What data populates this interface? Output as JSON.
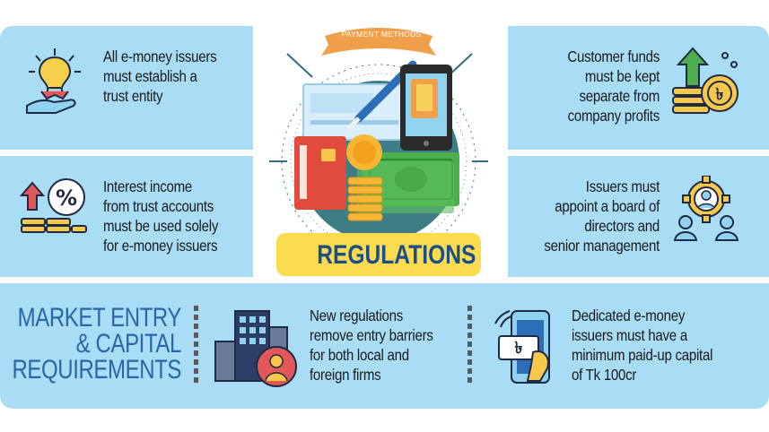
{
  "center": {
    "ribbon_label": "PAYMENT METHODS",
    "title": "REGULATIONS"
  },
  "panels": {
    "top_left": {
      "text": "All e-money issuers\nmust establish a\ntrust entity",
      "icon": "lightbulb-hand-icon"
    },
    "mid_left": {
      "text": "Interest income\nfrom trust accounts\nmust be used solely\nfor e-money issuers",
      "icon": "percent-growth-icon"
    },
    "top_right": {
      "text": "Customer funds\nmust be kept\nseparate from\ncompany profits",
      "icon": "taka-coins-growth-icon"
    },
    "mid_right": {
      "text": "Issuers must\nappoint a board of\ndirectors and\nsenior management",
      "icon": "board-gear-people-icon"
    }
  },
  "bottom": {
    "heading": "MARKET ENTRY\n& CAPITAL\nREQUIREMENTS",
    "item1": {
      "text": "New regulations\nremove entry barriers\nfor both local and\nforeign firms",
      "icon": "buildings-person-icon"
    },
    "item2": {
      "text": "Dedicated e-money\nissuers must have a\nminimum paid-up capital\nof Tk 100cr",
      "icon": "mobile-taka-payment-icon"
    }
  },
  "colors": {
    "panel": "#a9dcf5",
    "heading": "#2867a8",
    "title": "#1d4e89",
    "title_bg": "#fbdc4e",
    "ribbon": "#f0a04b"
  }
}
